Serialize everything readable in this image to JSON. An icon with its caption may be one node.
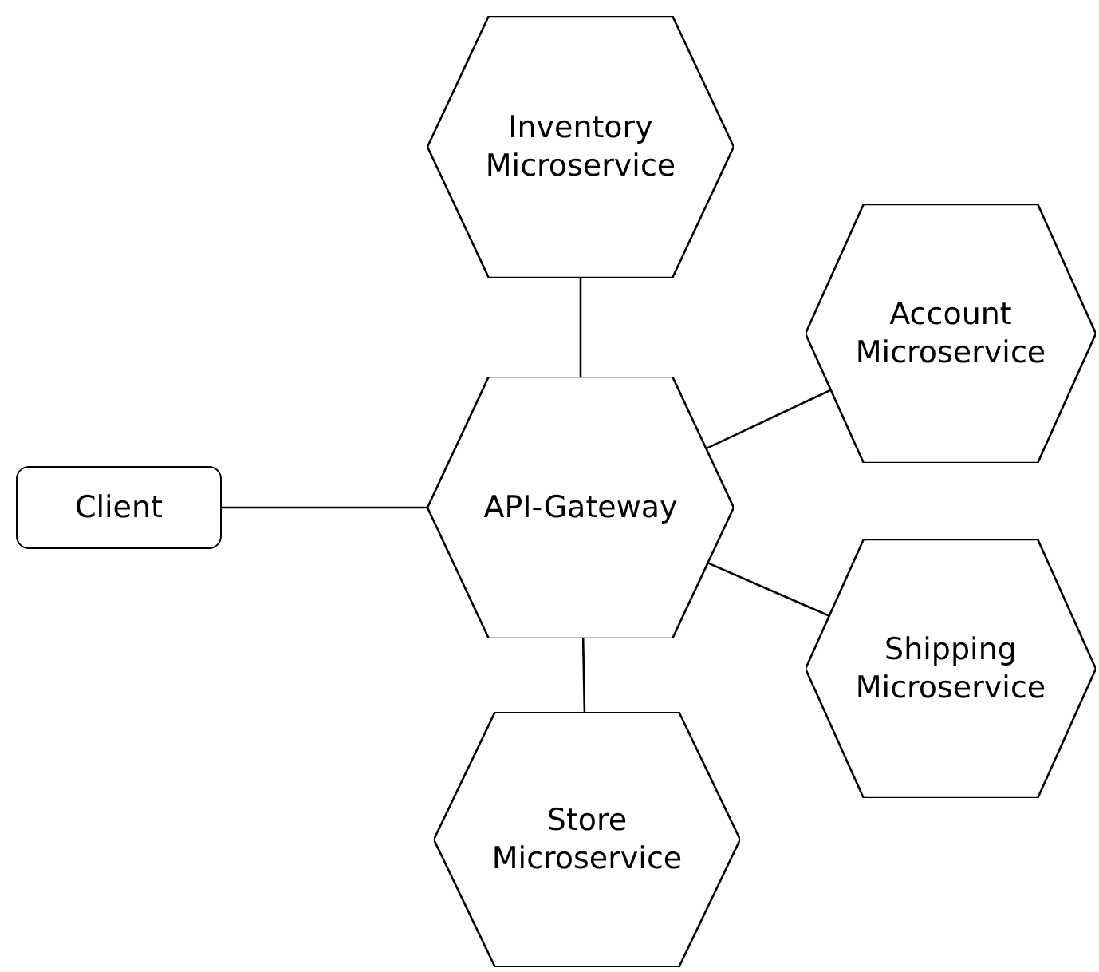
{
  "diagram": {
    "nodes": [
      {
        "text": [
          "Inventory Microservice"
        ]
      },
      {
        "text": [
          "Account Microservice"
        ]
      },
      {
        "text": [
          "Client"
        ]
      },
      {
        "text": [
          "API-Gateway"
        ]
      },
      {
        "text": [
          "Shipping Microservice"
        ]
      },
      {
        "text": [
          "Store Microservice"
        ]
      }
    ],
    "edges": [
      {
        "from": 2,
        "to": 3,
        "arrow": "none"
      },
      {
        "from": 0,
        "to": 3,
        "arrow": "none"
      },
      {
        "from": 3,
        "to": 1,
        "arrow": "none"
      },
      {
        "from": 3,
        "to": 4,
        "arrow": "none"
      },
      {
        "from": 3,
        "to": 5,
        "arrow": "none"
      }
    ]
  }
}
